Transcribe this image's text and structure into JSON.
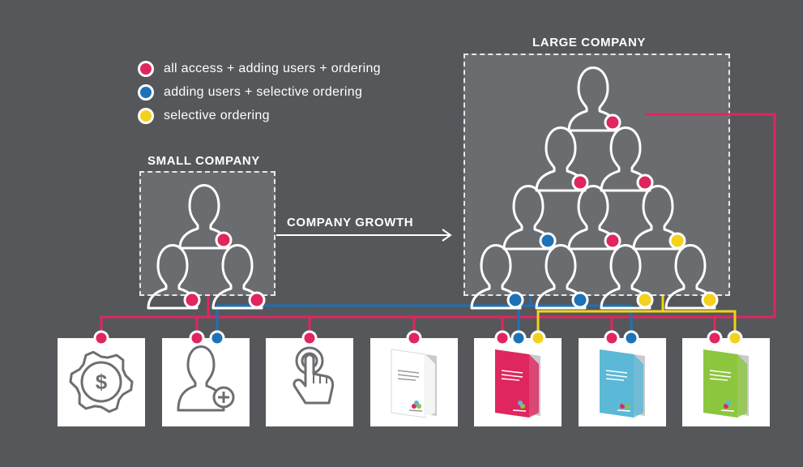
{
  "legend": [
    {
      "label": "all access + adding users + ordering",
      "color": "#e0265e"
    },
    {
      "label": "adding users + selective ordering",
      "color": "#1d72b8"
    },
    {
      "label": "selective ordering",
      "color": "#f2d21c"
    }
  ],
  "small_company": {
    "title": "SMALL COMPANY",
    "members": [
      "red",
      "red",
      "red"
    ]
  },
  "large_company": {
    "title": "LARGE COMPANY",
    "members": [
      "red",
      "red",
      "red",
      "blue",
      "red",
      "yellow",
      "blue",
      "blue",
      "yellow",
      "yellow"
    ]
  },
  "growth_label": "COMPANY GROWTH",
  "colors": {
    "red": "#e0265e",
    "blue": "#1d72b8",
    "yellow": "#f2d21c",
    "background": "#56575b",
    "box": "#6b6c70",
    "icon_stroke": "#6d6e72"
  },
  "cards": [
    {
      "icon": "gear-dollar-icon",
      "access": [
        "red"
      ]
    },
    {
      "icon": "add-user-icon",
      "access": [
        "red",
        "blue"
      ]
    },
    {
      "icon": "touch-hand-icon",
      "access": [
        "red"
      ]
    },
    {
      "icon": "white-folder-icon",
      "access": [
        "red"
      ],
      "folder_color": "#ffffff"
    },
    {
      "icon": "pink-folder-icon",
      "access": [
        "red",
        "blue",
        "yellow"
      ],
      "folder_color": "#e0265e"
    },
    {
      "icon": "blue-folder-icon",
      "access": [
        "red",
        "blue"
      ],
      "folder_color": "#5bb8d6"
    },
    {
      "icon": "green-folder-icon",
      "access": [
        "red",
        "yellow"
      ],
      "folder_color": "#8cc63f"
    }
  ]
}
